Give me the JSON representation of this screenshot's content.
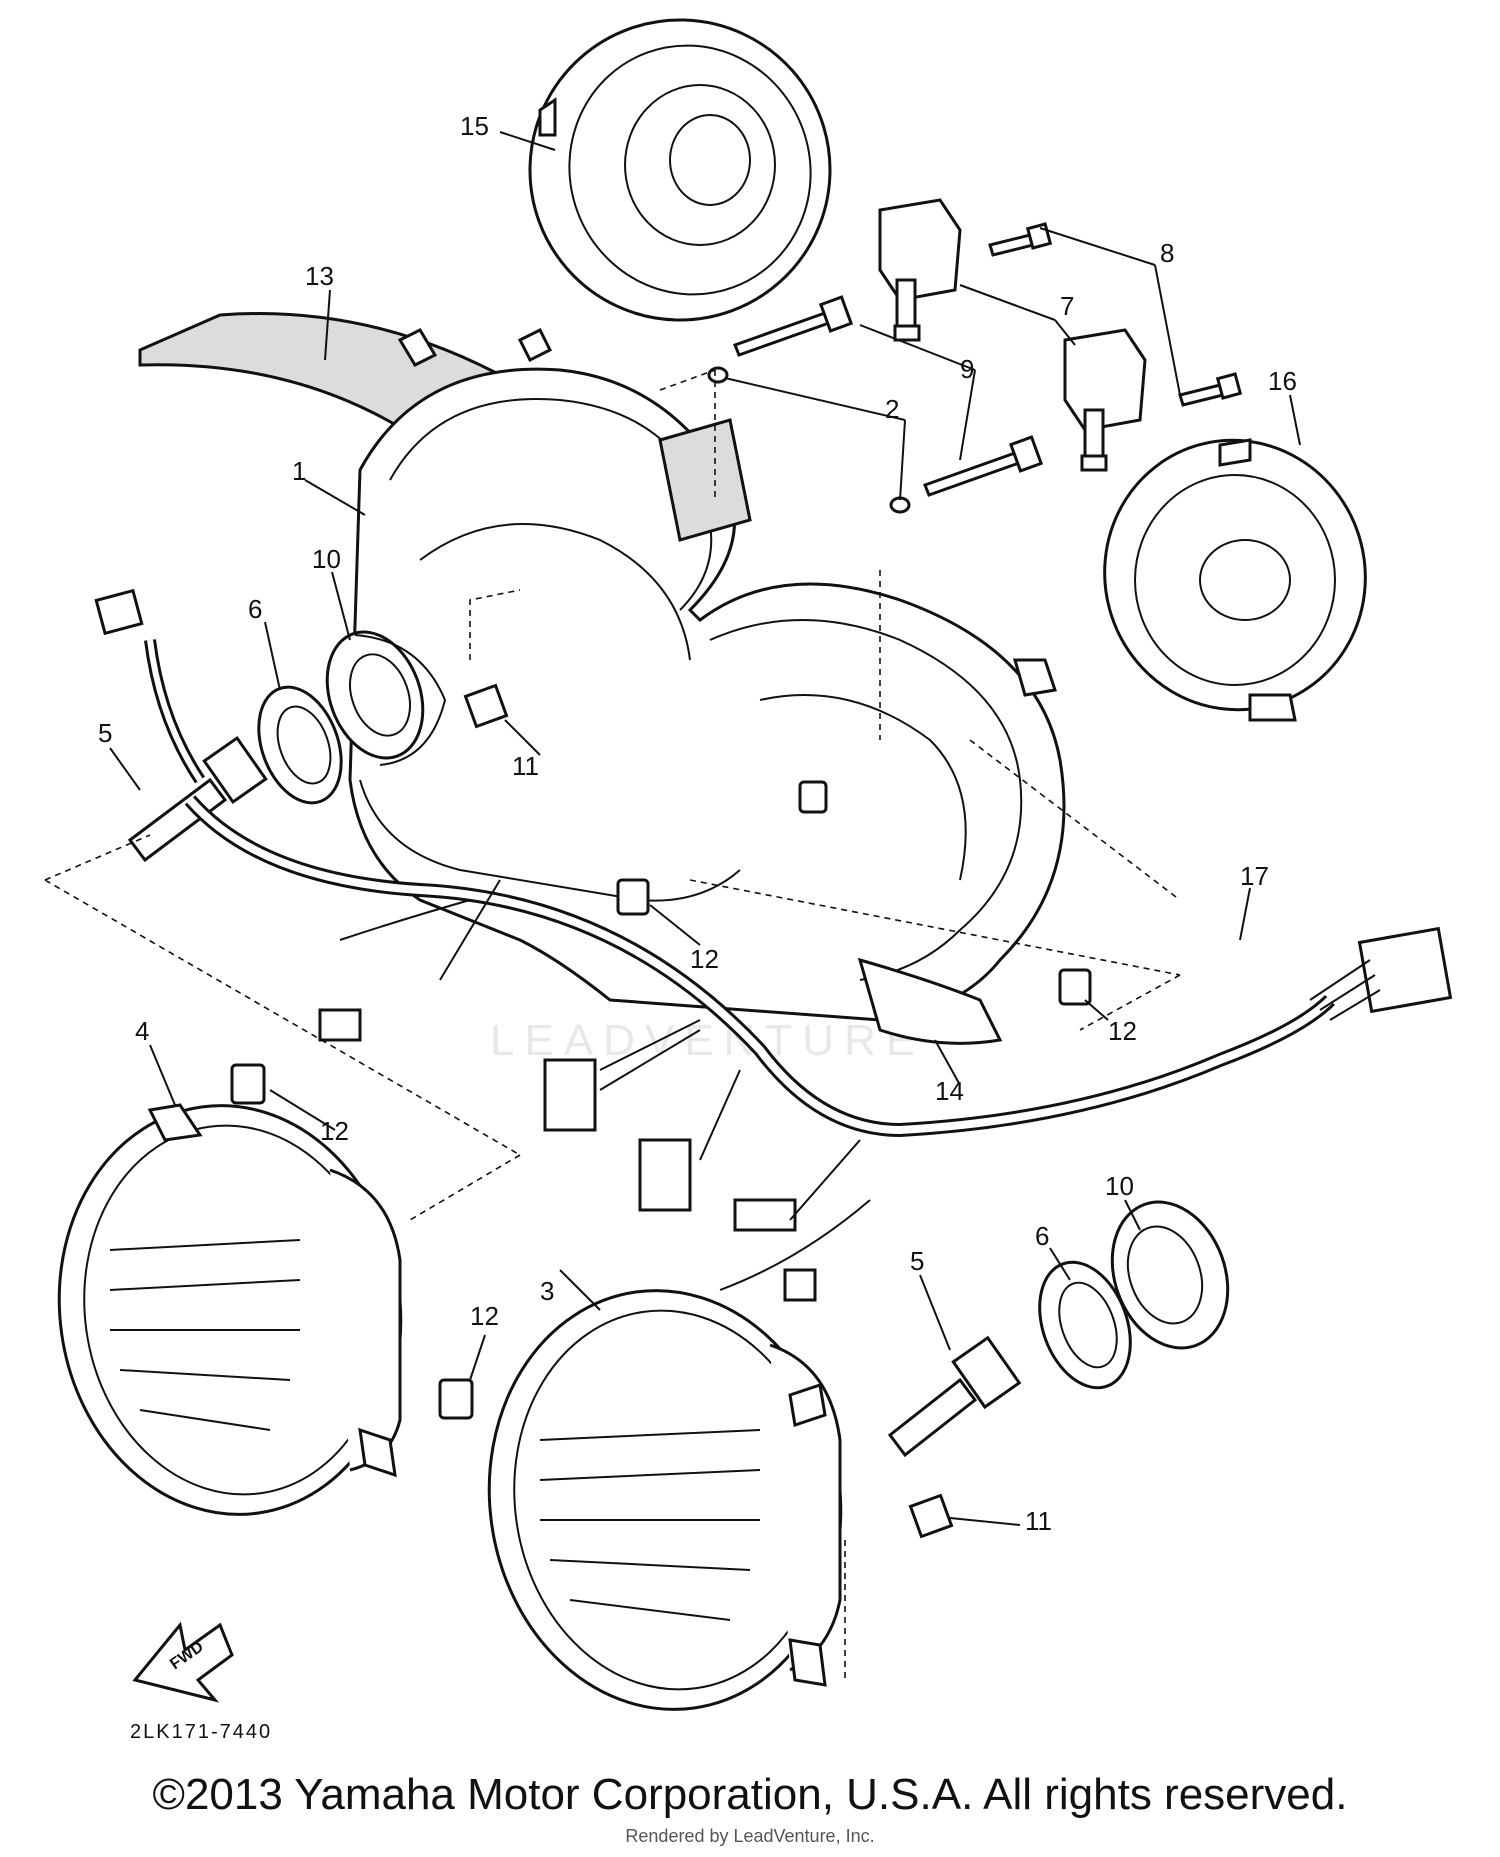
{
  "diagram": {
    "callouts": [
      "15",
      "13",
      "8",
      "7",
      "9",
      "2",
      "16",
      "1",
      "10",
      "6",
      "5",
      "11",
      "12",
      "17",
      "4",
      "14",
      "12",
      "12",
      "10",
      "6",
      "5",
      "3",
      "12",
      "11"
    ],
    "diagram_code": "2LK171-7440",
    "fwd_label": "FWD",
    "watermark": "LEADVENTURE"
  },
  "footer": {
    "copyright": "©2013 Yamaha Motor Corporation, U.S.A. All rights reserved.",
    "rendered_by": "Rendered by LeadVenture, Inc."
  }
}
